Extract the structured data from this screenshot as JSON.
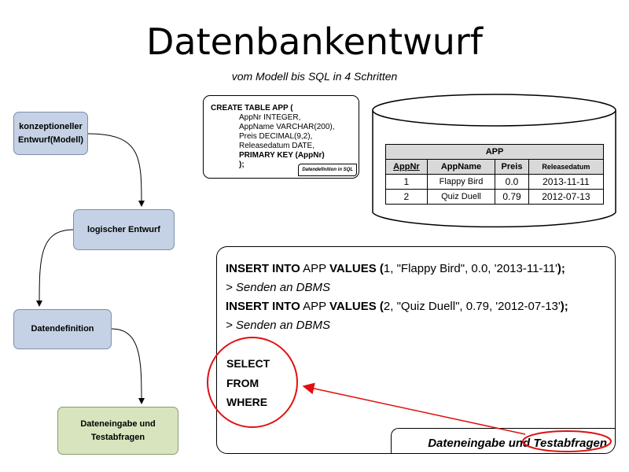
{
  "title": "Datenbankentwurf",
  "subtitle": "vom Modell bis SQL in 4 Schritten",
  "steps": [
    "konzeptioneller Entwurf(Modell)",
    "logischer Entwurf",
    "Datendefinition",
    "Dateneingabe und Testabfragen"
  ],
  "sql_create": {
    "line1": "CREATE TABLE APP (",
    "cols": [
      "AppNr INTEGER,",
      "AppName VARCHAR(200),",
      "Preis DECIMAL(9,2),",
      "Releasedatum DATE,"
    ],
    "pk": "PRIMARY KEY (AppNr)",
    "end": ");",
    "tag": "Datendefinition in SQL"
  },
  "table": {
    "name": "APP",
    "headers": [
      "AppNr",
      "AppName",
      "Preis",
      "Releasedatum"
    ],
    "rows": [
      [
        "1",
        "Flappy Bird",
        "0.0",
        "2013-11-11"
      ],
      [
        "2",
        "Quiz Duell",
        "0.79",
        "2012-07-13"
      ]
    ]
  },
  "inserts": [
    {
      "kw1": "INSERT INTO",
      "t": " APP ",
      "kw2": "VALUES (",
      "vals": "1, \"Flappy Bird\", 0.0, '2013-11-11'",
      "end": ");",
      "send": "> Senden an DBMS"
    },
    {
      "kw1": "INSERT INTO",
      "t": " APP ",
      "kw2": "VALUES (",
      "vals": "2, \"Quiz Duell\", 0.79, '2012-07-13'",
      "end": ");",
      "send": "> Senden an DBMS"
    }
  ],
  "query": [
    "SELECT",
    "FROM",
    "WHERE"
  ],
  "insert_tag": "Dateneingabe und Testabfragen",
  "colors": {
    "step_blue": "#c5d2e5",
    "step_green": "#d7e4bd",
    "highlight": "#e01010"
  }
}
